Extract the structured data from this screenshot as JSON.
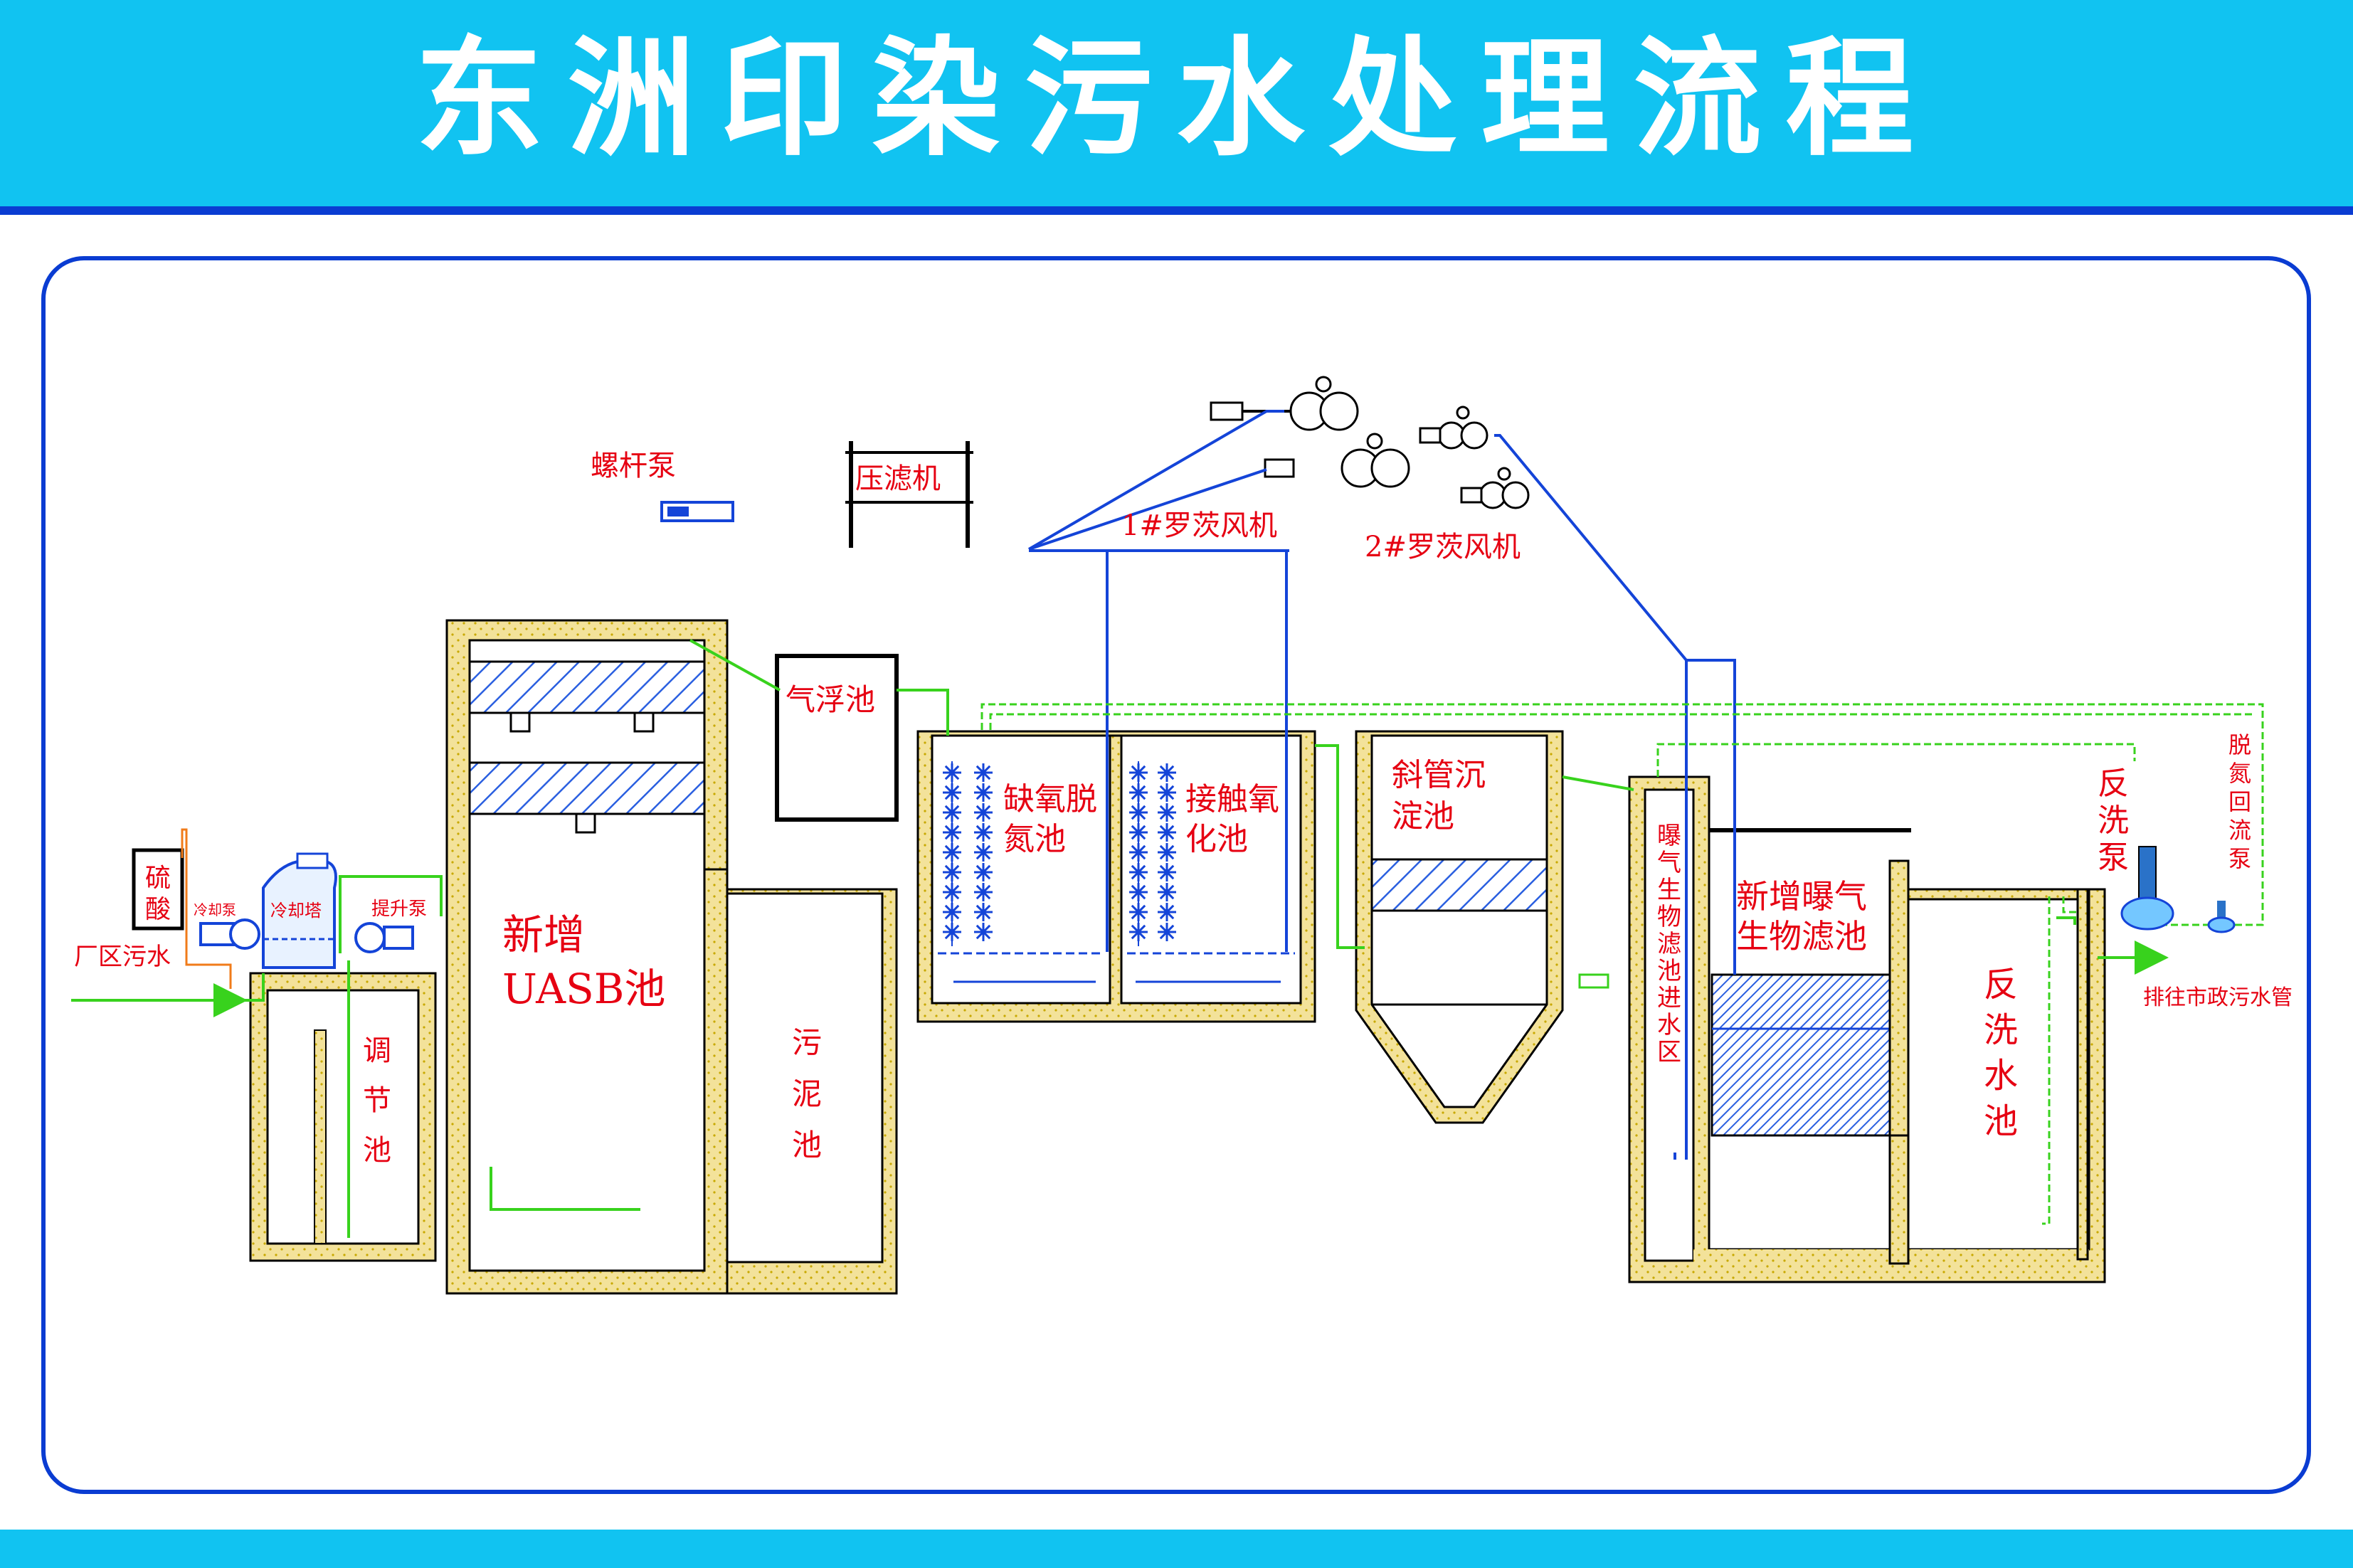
{
  "title": "东洲印染污水处理流程",
  "colors": {
    "header": "#11c3f1",
    "header_line": "#0a3cd2",
    "frame": "#0a3cd2",
    "tank_wall": "#f3e29a",
    "tank_wall_dots": "#c8a800",
    "pipe_green": "#38d21d",
    "pipe_blue": "#1444d8",
    "label_red": "#e60012",
    "hatch": "#2a5fe0"
  },
  "labels": {
    "sulfuric_acid_l1": "硫",
    "sulfuric_acid_l2": "酸",
    "factory_sewage": "厂区污水",
    "cooling_pump": "冷却泵",
    "cooling_tower": "冷却塔",
    "lift_pump": "提升泵",
    "regulating_tank_1": "调",
    "regulating_tank_2": "节",
    "regulating_tank_3": "池",
    "uasb_1": "新增",
    "uasb_2": "UASB池",
    "sludge_tank_1": "污",
    "sludge_tank_2": "泥",
    "sludge_tank_3": "池",
    "screw_pump": "螺杆泵",
    "filter_press": "压滤机",
    "air_flotation": "气浮池",
    "anoxic_1": "缺氧脱",
    "anoxic_2": "氮池",
    "contact_ox_1": "接触氧",
    "contact_ox_2": "化池",
    "blower_1": "1#罗茨风机",
    "blower_2": "2#罗茨风机",
    "tube_settler_1": "斜管沉",
    "tube_settler_2": "淀池",
    "baf_inlet": [
      "曝",
      "气",
      "生",
      "物",
      "滤",
      "池",
      "进",
      "水",
      "区"
    ],
    "baf_1": "新增曝气",
    "baf_2": "生物滤池",
    "backwash_pump": [
      "反",
      "洗",
      "泵"
    ],
    "denitrify_return": [
      "脱",
      "氮",
      "回",
      "流",
      "泵"
    ],
    "backwash_tank": [
      "反",
      "洗",
      "水",
      "池"
    ],
    "to_municipal": "排往市政污水管"
  }
}
